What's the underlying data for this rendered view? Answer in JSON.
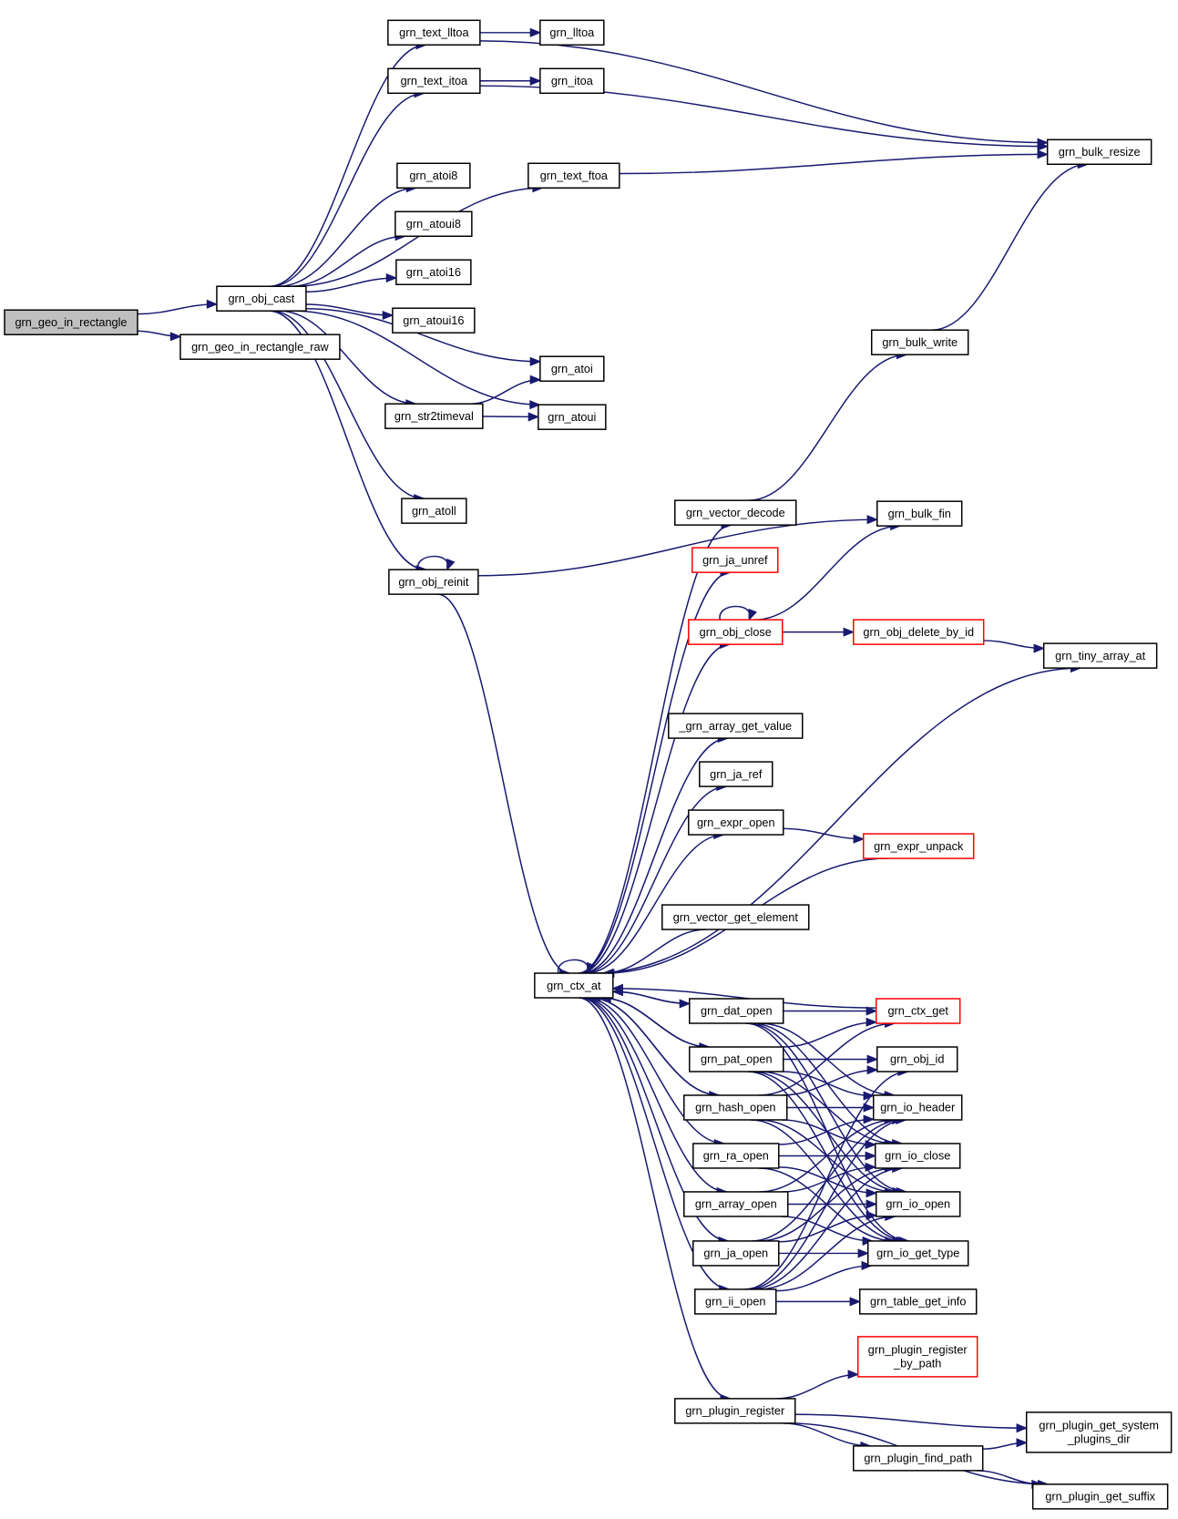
{
  "diagram": {
    "type": "call-graph",
    "colors": {
      "edge": "#191970",
      "node_border": "#000000",
      "truncated_border": "#ff0000",
      "root_fill": "#bfbfbf",
      "node_fill": "#ffffff"
    },
    "nodes": [
      {
        "id": "geo_in_rect",
        "label": "grn_geo_in_rectangle",
        "root": true
      },
      {
        "id": "obj_cast",
        "label": "grn_obj_cast"
      },
      {
        "id": "geo_in_rect_raw",
        "label": "grn_geo_in_rectangle_raw"
      },
      {
        "id": "text_lltoa",
        "label": "grn_text_lltoa"
      },
      {
        "id": "lltoa",
        "label": "grn_lltoa"
      },
      {
        "id": "text_itoa",
        "label": "grn_text_itoa"
      },
      {
        "id": "itoa",
        "label": "grn_itoa"
      },
      {
        "id": "bulk_resize",
        "label": "grn_bulk_resize"
      },
      {
        "id": "text_ftoa",
        "label": "grn_text_ftoa"
      },
      {
        "id": "atoi8",
        "label": "grn_atoi8"
      },
      {
        "id": "atoui8",
        "label": "grn_atoui8"
      },
      {
        "id": "atoi16",
        "label": "grn_atoi16"
      },
      {
        "id": "atoui16",
        "label": "grn_atoui16"
      },
      {
        "id": "atoi",
        "label": "grn_atoi"
      },
      {
        "id": "str2timeval",
        "label": "grn_str2timeval"
      },
      {
        "id": "atoui",
        "label": "grn_atoui"
      },
      {
        "id": "bulk_write",
        "label": "grn_bulk_write"
      },
      {
        "id": "atoll",
        "label": "grn_atoll"
      },
      {
        "id": "vector_decode",
        "label": "grn_vector_decode"
      },
      {
        "id": "bulk_fin",
        "label": "grn_bulk_fin"
      },
      {
        "id": "ja_unref",
        "label": "grn_ja_unref",
        "truncated": true
      },
      {
        "id": "obj_reinit",
        "label": "grn_obj_reinit"
      },
      {
        "id": "obj_close",
        "label": "grn_obj_close",
        "truncated": true
      },
      {
        "id": "obj_delete_by_id",
        "label": "grn_obj_delete_by_id",
        "truncated": true
      },
      {
        "id": "tiny_array_at",
        "label": "grn_tiny_array_at"
      },
      {
        "id": "array_get_value",
        "label": "_grn_array_get_value"
      },
      {
        "id": "ja_ref",
        "label": "grn_ja_ref"
      },
      {
        "id": "expr_open",
        "label": "grn_expr_open"
      },
      {
        "id": "expr_unpack",
        "label": "grn_expr_unpack",
        "truncated": true
      },
      {
        "id": "vector_get_element",
        "label": "grn_vector_get_element"
      },
      {
        "id": "ctx_at",
        "label": "grn_ctx_at"
      },
      {
        "id": "dat_open",
        "label": "grn_dat_open"
      },
      {
        "id": "ctx_get",
        "label": "grn_ctx_get",
        "truncated": true
      },
      {
        "id": "pat_open",
        "label": "grn_pat_open"
      },
      {
        "id": "obj_id",
        "label": "grn_obj_id"
      },
      {
        "id": "hash_open",
        "label": "grn_hash_open"
      },
      {
        "id": "io_header",
        "label": "grn_io_header"
      },
      {
        "id": "ra_open",
        "label": "grn_ra_open"
      },
      {
        "id": "io_close",
        "label": "grn_io_close"
      },
      {
        "id": "array_open",
        "label": "grn_array_open"
      },
      {
        "id": "io_open",
        "label": "grn_io_open"
      },
      {
        "id": "ja_open",
        "label": "grn_ja_open"
      },
      {
        "id": "io_get_type",
        "label": "grn_io_get_type"
      },
      {
        "id": "ii_open",
        "label": "grn_ii_open"
      },
      {
        "id": "table_get_info",
        "label": "grn_table_get_info"
      },
      {
        "id": "plugin_register_by_path",
        "label": "grn_plugin_register\n_by_path",
        "truncated": true
      },
      {
        "id": "plugin_register",
        "label": "grn_plugin_register"
      },
      {
        "id": "plugin_get_system_plugins_dir",
        "label": "grn_plugin_get_system\n_plugins_dir"
      },
      {
        "id": "plugin_find_path",
        "label": "grn_plugin_find_path"
      },
      {
        "id": "plugin_get_suffix",
        "label": "grn_plugin_get_suffix"
      }
    ],
    "edges": [
      [
        "geo_in_rect",
        "obj_cast"
      ],
      [
        "geo_in_rect",
        "geo_in_rect_raw"
      ],
      [
        "obj_cast",
        "text_lltoa"
      ],
      [
        "obj_cast",
        "text_itoa"
      ],
      [
        "obj_cast",
        "text_ftoa"
      ],
      [
        "obj_cast",
        "atoi8"
      ],
      [
        "obj_cast",
        "atoui8"
      ],
      [
        "obj_cast",
        "atoi16"
      ],
      [
        "obj_cast",
        "atoui16"
      ],
      [
        "obj_cast",
        "atoi"
      ],
      [
        "obj_cast",
        "str2timeval"
      ],
      [
        "obj_cast",
        "atoui"
      ],
      [
        "obj_cast",
        "atoll"
      ],
      [
        "obj_cast",
        "obj_reinit"
      ],
      [
        "text_lltoa",
        "lltoa"
      ],
      [
        "text_lltoa",
        "bulk_resize"
      ],
      [
        "text_itoa",
        "itoa"
      ],
      [
        "text_itoa",
        "bulk_resize"
      ],
      [
        "text_ftoa",
        "bulk_resize"
      ],
      [
        "str2timeval",
        "atoi"
      ],
      [
        "str2timeval",
        "atoui"
      ],
      [
        "bulk_write",
        "bulk_resize"
      ],
      [
        "obj_reinit",
        "obj_reinit"
      ],
      [
        "obj_reinit",
        "bulk_fin"
      ],
      [
        "obj_reinit",
        "ctx_at"
      ],
      [
        "vector_decode",
        "bulk_write"
      ],
      [
        "obj_close",
        "obj_close"
      ],
      [
        "obj_close",
        "bulk_fin"
      ],
      [
        "obj_close",
        "obj_delete_by_id"
      ],
      [
        "obj_delete_by_id",
        "tiny_array_at"
      ],
      [
        "expr_open",
        "expr_unpack"
      ],
      [
        "expr_unpack",
        "ctx_at"
      ],
      [
        "vector_get_element",
        "ctx_at"
      ],
      [
        "ctx_at",
        "ctx_at"
      ],
      [
        "ctx_at",
        "vector_decode"
      ],
      [
        "ctx_at",
        "ja_unref"
      ],
      [
        "ctx_at",
        "obj_close"
      ],
      [
        "ctx_at",
        "tiny_array_at"
      ],
      [
        "ctx_at",
        "array_get_value"
      ],
      [
        "ctx_at",
        "ja_ref"
      ],
      [
        "ctx_at",
        "expr_open"
      ],
      [
        "ctx_at",
        "dat_open"
      ],
      [
        "ctx_at",
        "pat_open"
      ],
      [
        "ctx_at",
        "hash_open"
      ],
      [
        "ctx_at",
        "ra_open"
      ],
      [
        "ctx_at",
        "array_open"
      ],
      [
        "ctx_at",
        "ja_open"
      ],
      [
        "ctx_at",
        "ii_open"
      ],
      [
        "ctx_at",
        "plugin_register"
      ],
      [
        "dat_open",
        "ctx_at"
      ],
      [
        "pat_open",
        "ctx_at"
      ],
      [
        "hash_open",
        "ctx_at"
      ],
      [
        "ctx_get",
        "ctx_at"
      ],
      [
        "dat_open",
        "ctx_get"
      ],
      [
        "dat_open",
        "io_header"
      ],
      [
        "dat_open",
        "io_close"
      ],
      [
        "dat_open",
        "io_open"
      ],
      [
        "dat_open",
        "io_get_type"
      ],
      [
        "pat_open",
        "ctx_get"
      ],
      [
        "pat_open",
        "obj_id"
      ],
      [
        "pat_open",
        "io_header"
      ],
      [
        "pat_open",
        "io_close"
      ],
      [
        "pat_open",
        "io_open"
      ],
      [
        "pat_open",
        "io_get_type"
      ],
      [
        "hash_open",
        "ctx_get"
      ],
      [
        "hash_open",
        "obj_id"
      ],
      [
        "hash_open",
        "io_header"
      ],
      [
        "hash_open",
        "io_close"
      ],
      [
        "hash_open",
        "io_open"
      ],
      [
        "hash_open",
        "io_get_type"
      ],
      [
        "ra_open",
        "io_header"
      ],
      [
        "ra_open",
        "io_close"
      ],
      [
        "ra_open",
        "io_open"
      ],
      [
        "ra_open",
        "io_get_type"
      ],
      [
        "array_open",
        "io_header"
      ],
      [
        "array_open",
        "io_close"
      ],
      [
        "array_open",
        "io_open"
      ],
      [
        "array_open",
        "io_get_type"
      ],
      [
        "ja_open",
        "io_header"
      ],
      [
        "ja_open",
        "io_close"
      ],
      [
        "ja_open",
        "io_open"
      ],
      [
        "ja_open",
        "io_get_type"
      ],
      [
        "ii_open",
        "obj_id"
      ],
      [
        "ii_open",
        "io_header"
      ],
      [
        "ii_open",
        "io_close"
      ],
      [
        "ii_open",
        "io_open"
      ],
      [
        "ii_open",
        "io_get_type"
      ],
      [
        "ii_open",
        "table_get_info"
      ],
      [
        "plugin_register",
        "plugin_register_by_path"
      ],
      [
        "plugin_register",
        "plugin_get_system_plugins_dir"
      ],
      [
        "plugin_register",
        "plugin_find_path"
      ],
      [
        "plugin_register",
        "plugin_get_suffix"
      ],
      [
        "plugin_find_path",
        "plugin_get_system_plugins_dir"
      ],
      [
        "plugin_find_path",
        "plugin_get_suffix"
      ]
    ]
  }
}
